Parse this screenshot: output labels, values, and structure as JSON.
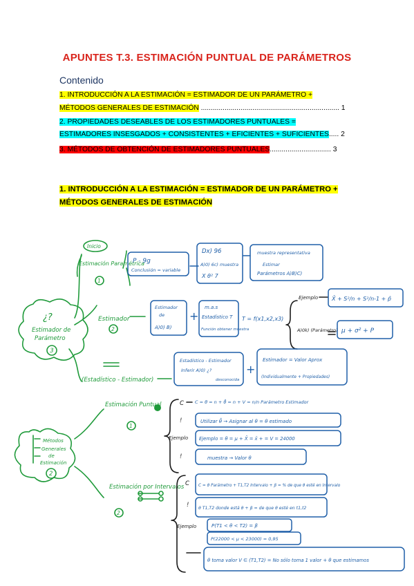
{
  "title": "APUNTES T.3.  ESTIMACIÓN PUNTUAL DE PARÁMETROS",
  "toc": {
    "heading": "Contenido",
    "entries": [
      {
        "line1": "1. INTRODUCCIÓN A LA ESTIMACIÓN = ESTIMADOR DE UN PARÁMETRO +",
        "line2": "MÉTODOS GENERALES DE ESTIMACIÓN",
        "dots": "......................................................................",
        "page": "1",
        "highlight": "#ffff00"
      },
      {
        "line1": "2. PROPIEDADES DESEABLES DE LOS ESTIMADORES PUNTUALES =",
        "line2": "ESTIMADORES INSESGADOS + CONSISTENTES + EFICIENTES + SUFICIENTES",
        "dots": ".....",
        "page": "2",
        "highlight": "#00ffff"
      },
      {
        "line1": "3. MÉTODOS DE OBTENCIÓN DE ESTIMADORES PUNTUALES",
        "dots": "...............................",
        "page": "3",
        "highlight": "#ff0000"
      }
    ]
  },
  "section1": {
    "heading": "1. INTRODUCCIÓN A LA ESTIMACIÓN = ESTIMADOR DE UN PARÁMETRO + MÉTODOS GENERALES DE ESTIMACIÓN"
  },
  "notes": {
    "colors": {
      "green": "#1f9a3a",
      "blue": "#1f5fa8",
      "black": "#1a1a1a"
    },
    "center1": {
      "line1": "¿?",
      "line2": "Estimador de",
      "line3": "Parámetro",
      "num": "3"
    },
    "center2": {
      "line1": "Métodos",
      "line2": "Generales",
      "line3": "de",
      "line4": "Estimación",
      "num": "2"
    },
    "inicio": "Inicio",
    "b1": {
      "label": "Estimación Paramétrica",
      "num": "1"
    },
    "b1_box1": {
      "t1": "P - 9g",
      "t2": "Conclusión = variable"
    },
    "b1_box2": {
      "t1": "Dx) 96",
      "t2": "A)0) 6c) muestra",
      "t3": "X  θ²  7"
    },
    "b1_box3": {
      "t1": "muestra representativa",
      "t2": "Estimar",
      "t3": "Parámetros A)B)C)"
    },
    "b2": {
      "label": "Estimador",
      "num": "2"
    },
    "b2_box1": {
      "t1": "Estimador",
      "t2": "de",
      "t3": "A)0) B)"
    },
    "b2_box2": {
      "t1": "m.a.s",
      "t2": "Estadístico T",
      "t3": "Función obtener muestra"
    },
    "b2_formula": "T = f(x1,x2,x3)",
    "b2_ejemplo": "Ejemplo",
    "b2_eq1": "X̄ + S²/n + S²/n-1 + p̂",
    "b2_parametro": "A)0k) (Parámetro)",
    "b2_eq2": "μ + σ² + P",
    "b3": {
      "label": "(Estadístico - Estimador)"
    },
    "b3_box1": {
      "t1": "Estadístico - Estimador",
      "t2": "Inferir A)0) ¿?",
      "t3": "desconocida"
    },
    "b3_box2": {
      "t1": "Estimador = Valor Aprox",
      "t2": "(Individualmente + Propiedades)"
    },
    "m1": {
      "label": "Estimación Puntual",
      "num": "1"
    },
    "m1_c": "C = θ = n + θ̂ = n + V = n/n Parámetro Estimador",
    "m1_i": "Utilizar θ̂ → Asignar al θ = θ estimado",
    "m1_ej": "Ejemplo = θ = μ + X̄ = x̄ + = V = 24000",
    "m1_i2": "muestra → Valor θ",
    "m2": {
      "label": "Estimación por Intervalos",
      "num": "2"
    },
    "m2_c": "C = θ Parámetro + T1,T2 Intervalo + β = % de que θ esté en Intervalo",
    "m2_i": "θ T1,T2 donde está θ + β = de que θ esté en t1,t2",
    "m2_ej1": "P(T1 < θ < T2) = β",
    "m2_ej2": "P(22000 < μ < 23000) = 0,95",
    "m2_eq": "θ toma valor V ∈ (T1,T2) = No sólo toma 1 valor + θ que estimamos"
  }
}
